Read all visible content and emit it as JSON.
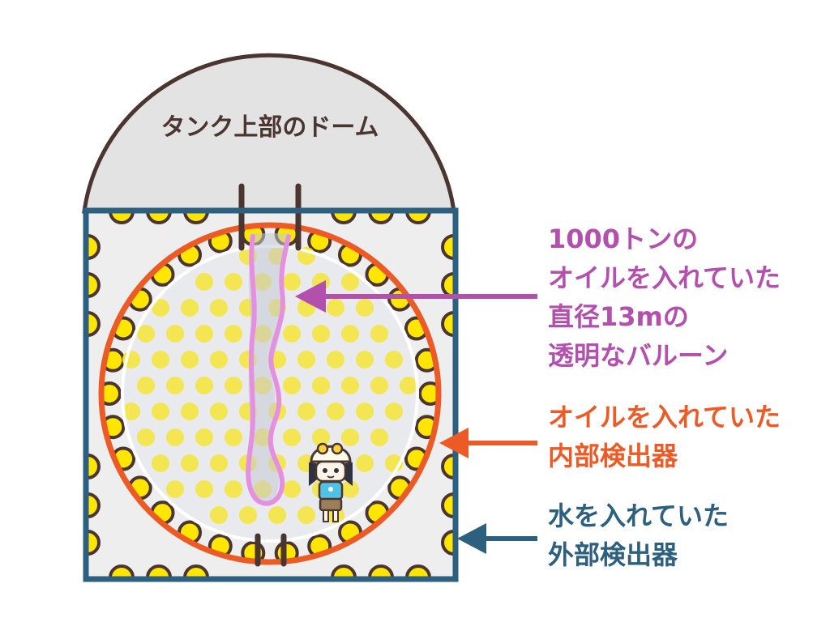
{
  "dome": {
    "label": "タンク上部のドーム"
  },
  "annotations": {
    "balloon": {
      "lines": [
        "1000トンの",
        "オイルを入れていた",
        "直径13mの",
        "透明なバルーン"
      ],
      "color": "#b34fad"
    },
    "inner_detector": {
      "lines": [
        "オイルを入れていた",
        "内部検出器"
      ],
      "color": "#ec5a26"
    },
    "outer_detector": {
      "lines": [
        "水を入れていた",
        "外部検出器"
      ],
      "color": "#2d5f7f"
    }
  },
  "colors": {
    "outer_tank_border": "#2d5f7f",
    "outer_tank_fill": "#eeeeef",
    "inner_sphere_border": "#ec5a26",
    "dots": "#ffe600",
    "dot_outline": "#4a3530",
    "dome_fill": "#e3e3e4",
    "dome_border": "#4a3530",
    "balloon_tube": "#e58fe0"
  }
}
